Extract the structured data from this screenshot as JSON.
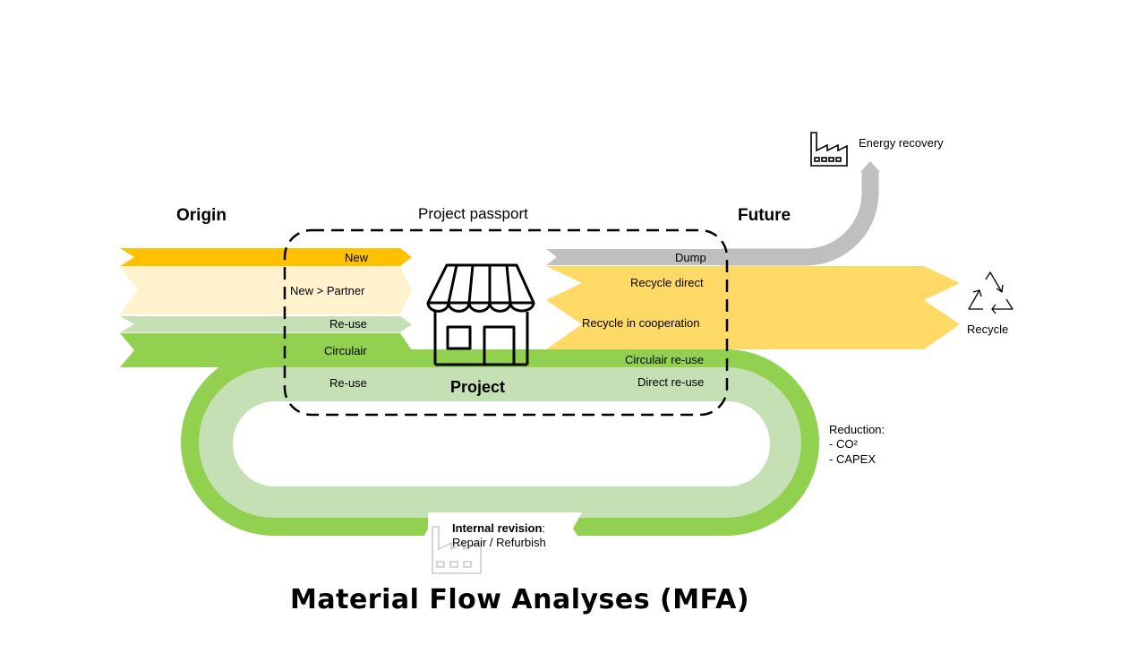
{
  "headings": {
    "origin": "Origin",
    "future": "Future",
    "passport": "Project passport",
    "project": "Project"
  },
  "origin_flows": {
    "new": "New",
    "new_partner": "New > Partner",
    "reuse_1": "Re-use",
    "circulair": "Circulair",
    "reuse_2": "Re-use"
  },
  "future_flows": {
    "dump": "Dump",
    "recycle_direct": "Recycle direct",
    "recycle_coop": "Recycle in cooperation",
    "circulair_reuse": "Circulair re-use",
    "direct_reuse": "Direct re-use"
  },
  "outcomes": {
    "energy_recovery": "Energy recovery",
    "recycle": "Recycle",
    "reduction_title": "Reduction:",
    "reduction_co2": "- CO²",
    "reduction_capex": "- CAPEX"
  },
  "internal_revision": {
    "title": "Internal revision",
    "colon": ":",
    "detail": "Repair /  Refurbish"
  },
  "title": "Material Flow Analyses (MFA)",
  "colors": {
    "new": "#FFC000",
    "new_partner": "#FFF2CC",
    "reuse_light": "#C5E0B4",
    "circulair_green": "#92D050",
    "dump": "#BFBFBF",
    "recycle": "#FFD966"
  },
  "icons": {
    "factory": "factory-icon",
    "recycle": "recycle-icon",
    "shop": "shop-icon"
  }
}
